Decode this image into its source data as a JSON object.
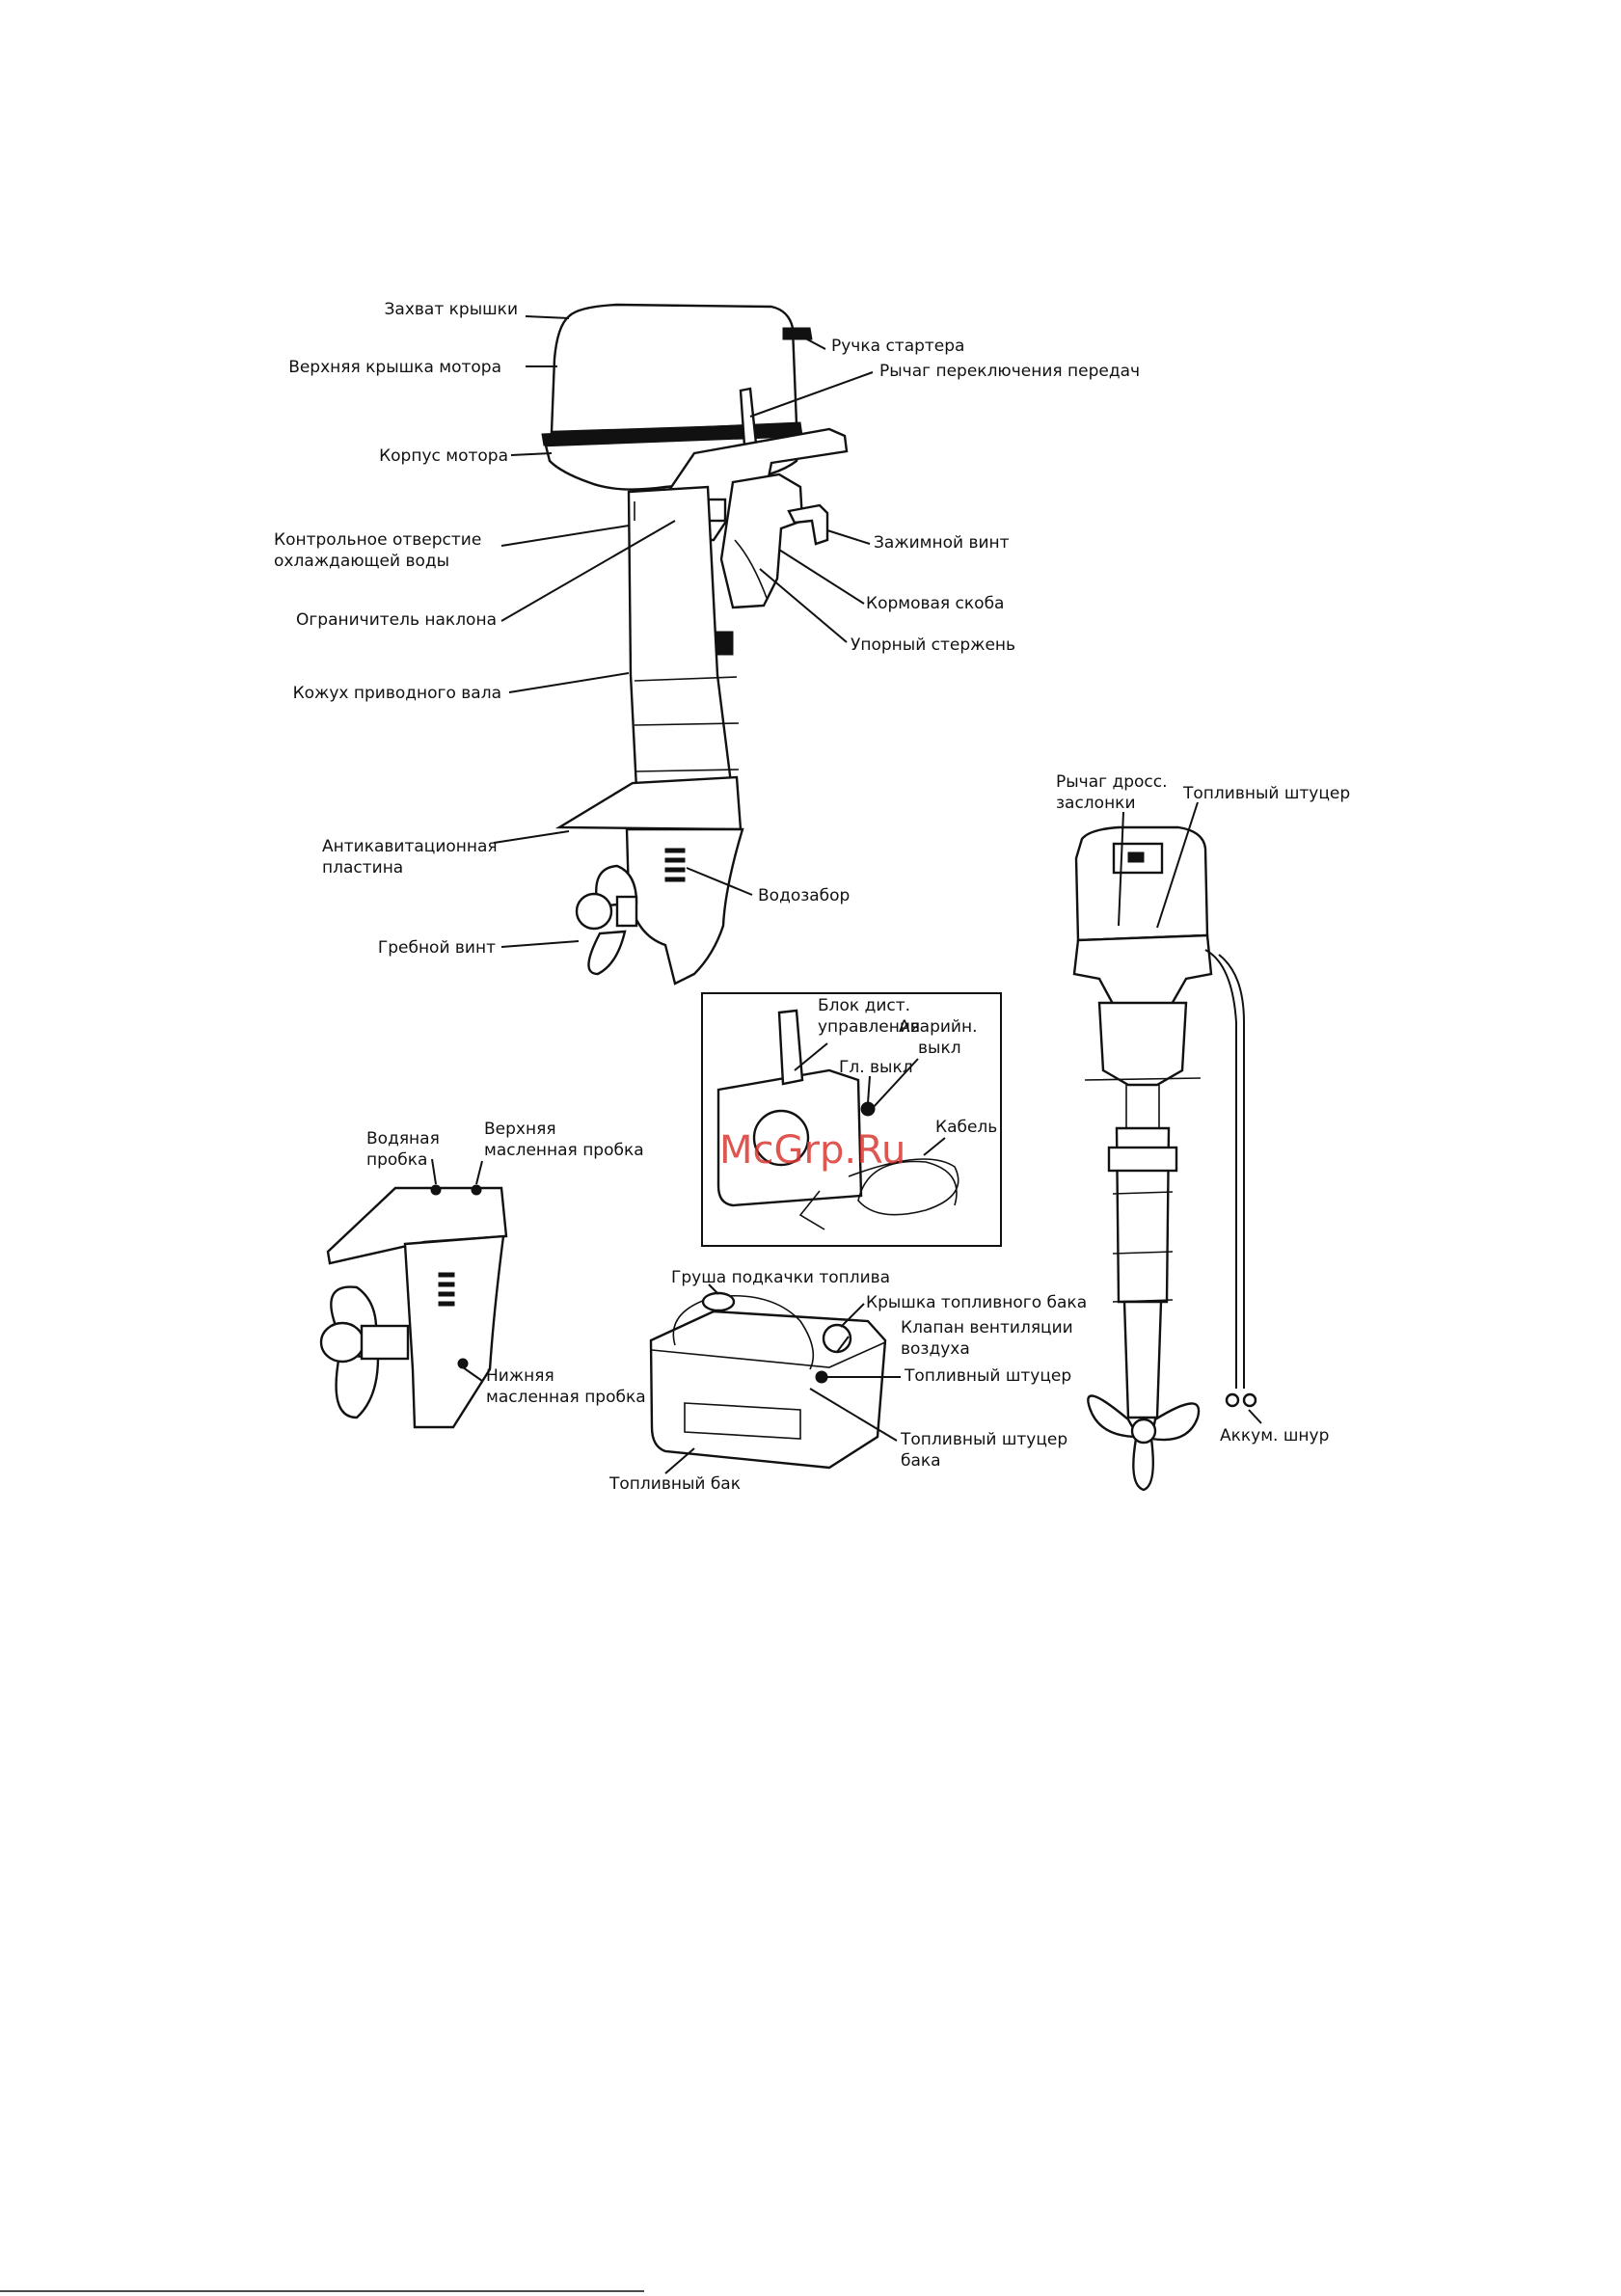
{
  "labels": {
    "cover_grip": "Захват крышки",
    "top_cowling": "Верхняя крышка мотора",
    "starter_handle": "Ручка стартера",
    "shift_lever": "Рычаг переключения передач",
    "engine_body": "Корпус мотора",
    "water_check_hole_1": "Контрольное отверстие",
    "water_check_hole_2": "охлаждающей воды",
    "clamp_screw": "Зажимной винт",
    "tilt_stopper": "Ограничитель наклона",
    "stern_bracket": "Кормовая скоба",
    "thrust_rod": "Упорный стержень",
    "drive_shaft_housing": "Кожух приводного вала",
    "anti_cav_plate_1": "Антикавитационная",
    "anti_cav_plate_2": "пластина",
    "water_intake": "Водозабор",
    "propeller": "Гребной винт",
    "throttle_lever_1": "Рычаг дросс.",
    "throttle_lever_2": "заслонки",
    "fuel_connector_top": "Топливный штуцер",
    "battery_cord": "Аккум. шнур",
    "remote_box_1": "Блок дист.",
    "remote_box_2": "управления",
    "emergency_stop_1": "Аварийн.",
    "emergency_stop_2": "выкл",
    "main_switch": "Гл. выкл",
    "cable": "Кабель",
    "water_plug_1": "Водяная",
    "water_plug_2": "пробка",
    "upper_oil_plug_1": "Верхняя",
    "upper_oil_plug_2": "масленная пробка",
    "lower_oil_plug_1": "Нижняя",
    "lower_oil_plug_2": "масленная пробка",
    "primer_bulb": "Груша подкачки топлива",
    "fuel_tank_cap": "Крышка топливного бака",
    "air_vent_1": "Клапан вентиляции",
    "air_vent_2": "воздуха",
    "fuel_connector_tank_side": "Топливный штуцер",
    "tank_fuel_connector_1": "Топливный штуцер",
    "tank_fuel_connector_2": "бака",
    "fuel_tank": "Топливный бак"
  },
  "watermark": "McGrp.Ru",
  "colors": {
    "ink": "#111111",
    "watermark": "#d8322c",
    "paper": "#ffffff"
  }
}
